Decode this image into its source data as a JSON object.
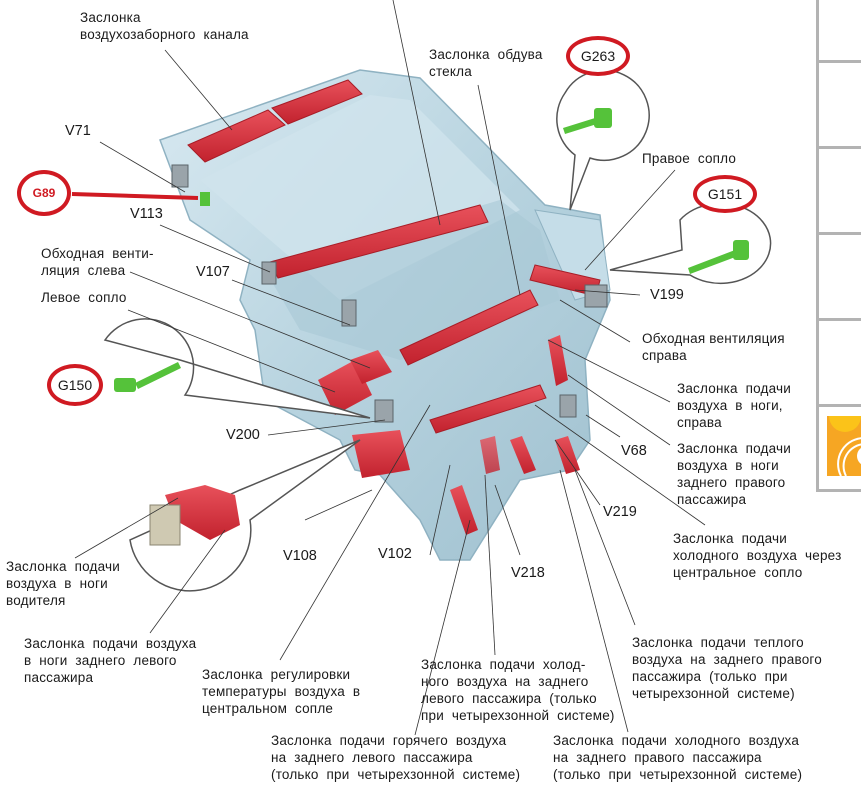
{
  "diagram": {
    "subject": "Блок климатической установки — заслонки и сервомоторы",
    "colors": {
      "housing": "#b9d6e2",
      "flap": "#d9313e",
      "sensor": "#55c23a",
      "leader": "#333333",
      "highlight_circle": "#d01a22",
      "logo": "#f6a623"
    },
    "highlight_codes": [
      {
        "id": "G89",
        "label": "G89"
      },
      {
        "id": "G263",
        "label": "G263"
      },
      {
        "id": "G151",
        "label": "G151"
      },
      {
        "id": "G150",
        "label": "G150"
      }
    ],
    "actuator_codes": [
      {
        "id": "V71",
        "label": "V71"
      },
      {
        "id": "V113",
        "label": "V113"
      },
      {
        "id": "V107",
        "label": "V107"
      },
      {
        "id": "V200",
        "label": "V200"
      },
      {
        "id": "V108",
        "label": "V108"
      },
      {
        "id": "V102",
        "label": "V102"
      },
      {
        "id": "V218",
        "label": "V218"
      },
      {
        "id": "V219",
        "label": "V219"
      },
      {
        "id": "V68",
        "label": "V68"
      },
      {
        "id": "V199",
        "label": "V199"
      }
    ],
    "labels": {
      "intake_flap": "Заслонка\nвоздухозаборного  канала",
      "windshield_flap": "Заслонка  обдува\nстекла",
      "right_nozzle": "Правое  сопло",
      "bypass_left": "Обходная  венти-\nляция  слева",
      "left_nozzle": "Левое  сопло",
      "bypass_right": "Обходная вентиляция\nсправа",
      "footwell_right": "Заслонка  подачи\nвоздуха  в  ноги,\nсправа",
      "footwell_rear_right": "Заслонка  подачи\nвоздуха  в  ноги\nзаднего  правого\nпассажира",
      "cold_center": "Заслонка  подачи\nхолодного  воздуха  через\nцентральное  сопло",
      "footwell_driver": "Заслонка  подачи\nвоздуха  в  ноги\nводителя",
      "footwell_rear_left": "Заслонка  подачи  воздуха\nв  ноги  заднего  левого\nпассажира",
      "temp_center": "Заслонка  регулировки\nтемпературы  воздуха  в\nцентральном  сопле",
      "cold_rear_left": "Заслонка  подачи  холод-\nного  воздуха  на  заднего\nлевого  пассажира  (только\nпри  четырехзонной  системе)",
      "warm_rear_right": "Заслонка  подачи  теплого\nвоздуха  на  заднего  правого\nпассажира  (только  при\nчетырехзонной  системе)",
      "hot_rear_left": "Заслонка  подачи  горячего  воздуха\nна  заднего  левого  пассажира\n(только  при  четырехзонной  системе)",
      "cold_rear_right": "Заслонка  подачи  холодного  воздуха\nна  заднего  правого  пассажира\n(только  при  четырехзонной  системе)"
    }
  }
}
